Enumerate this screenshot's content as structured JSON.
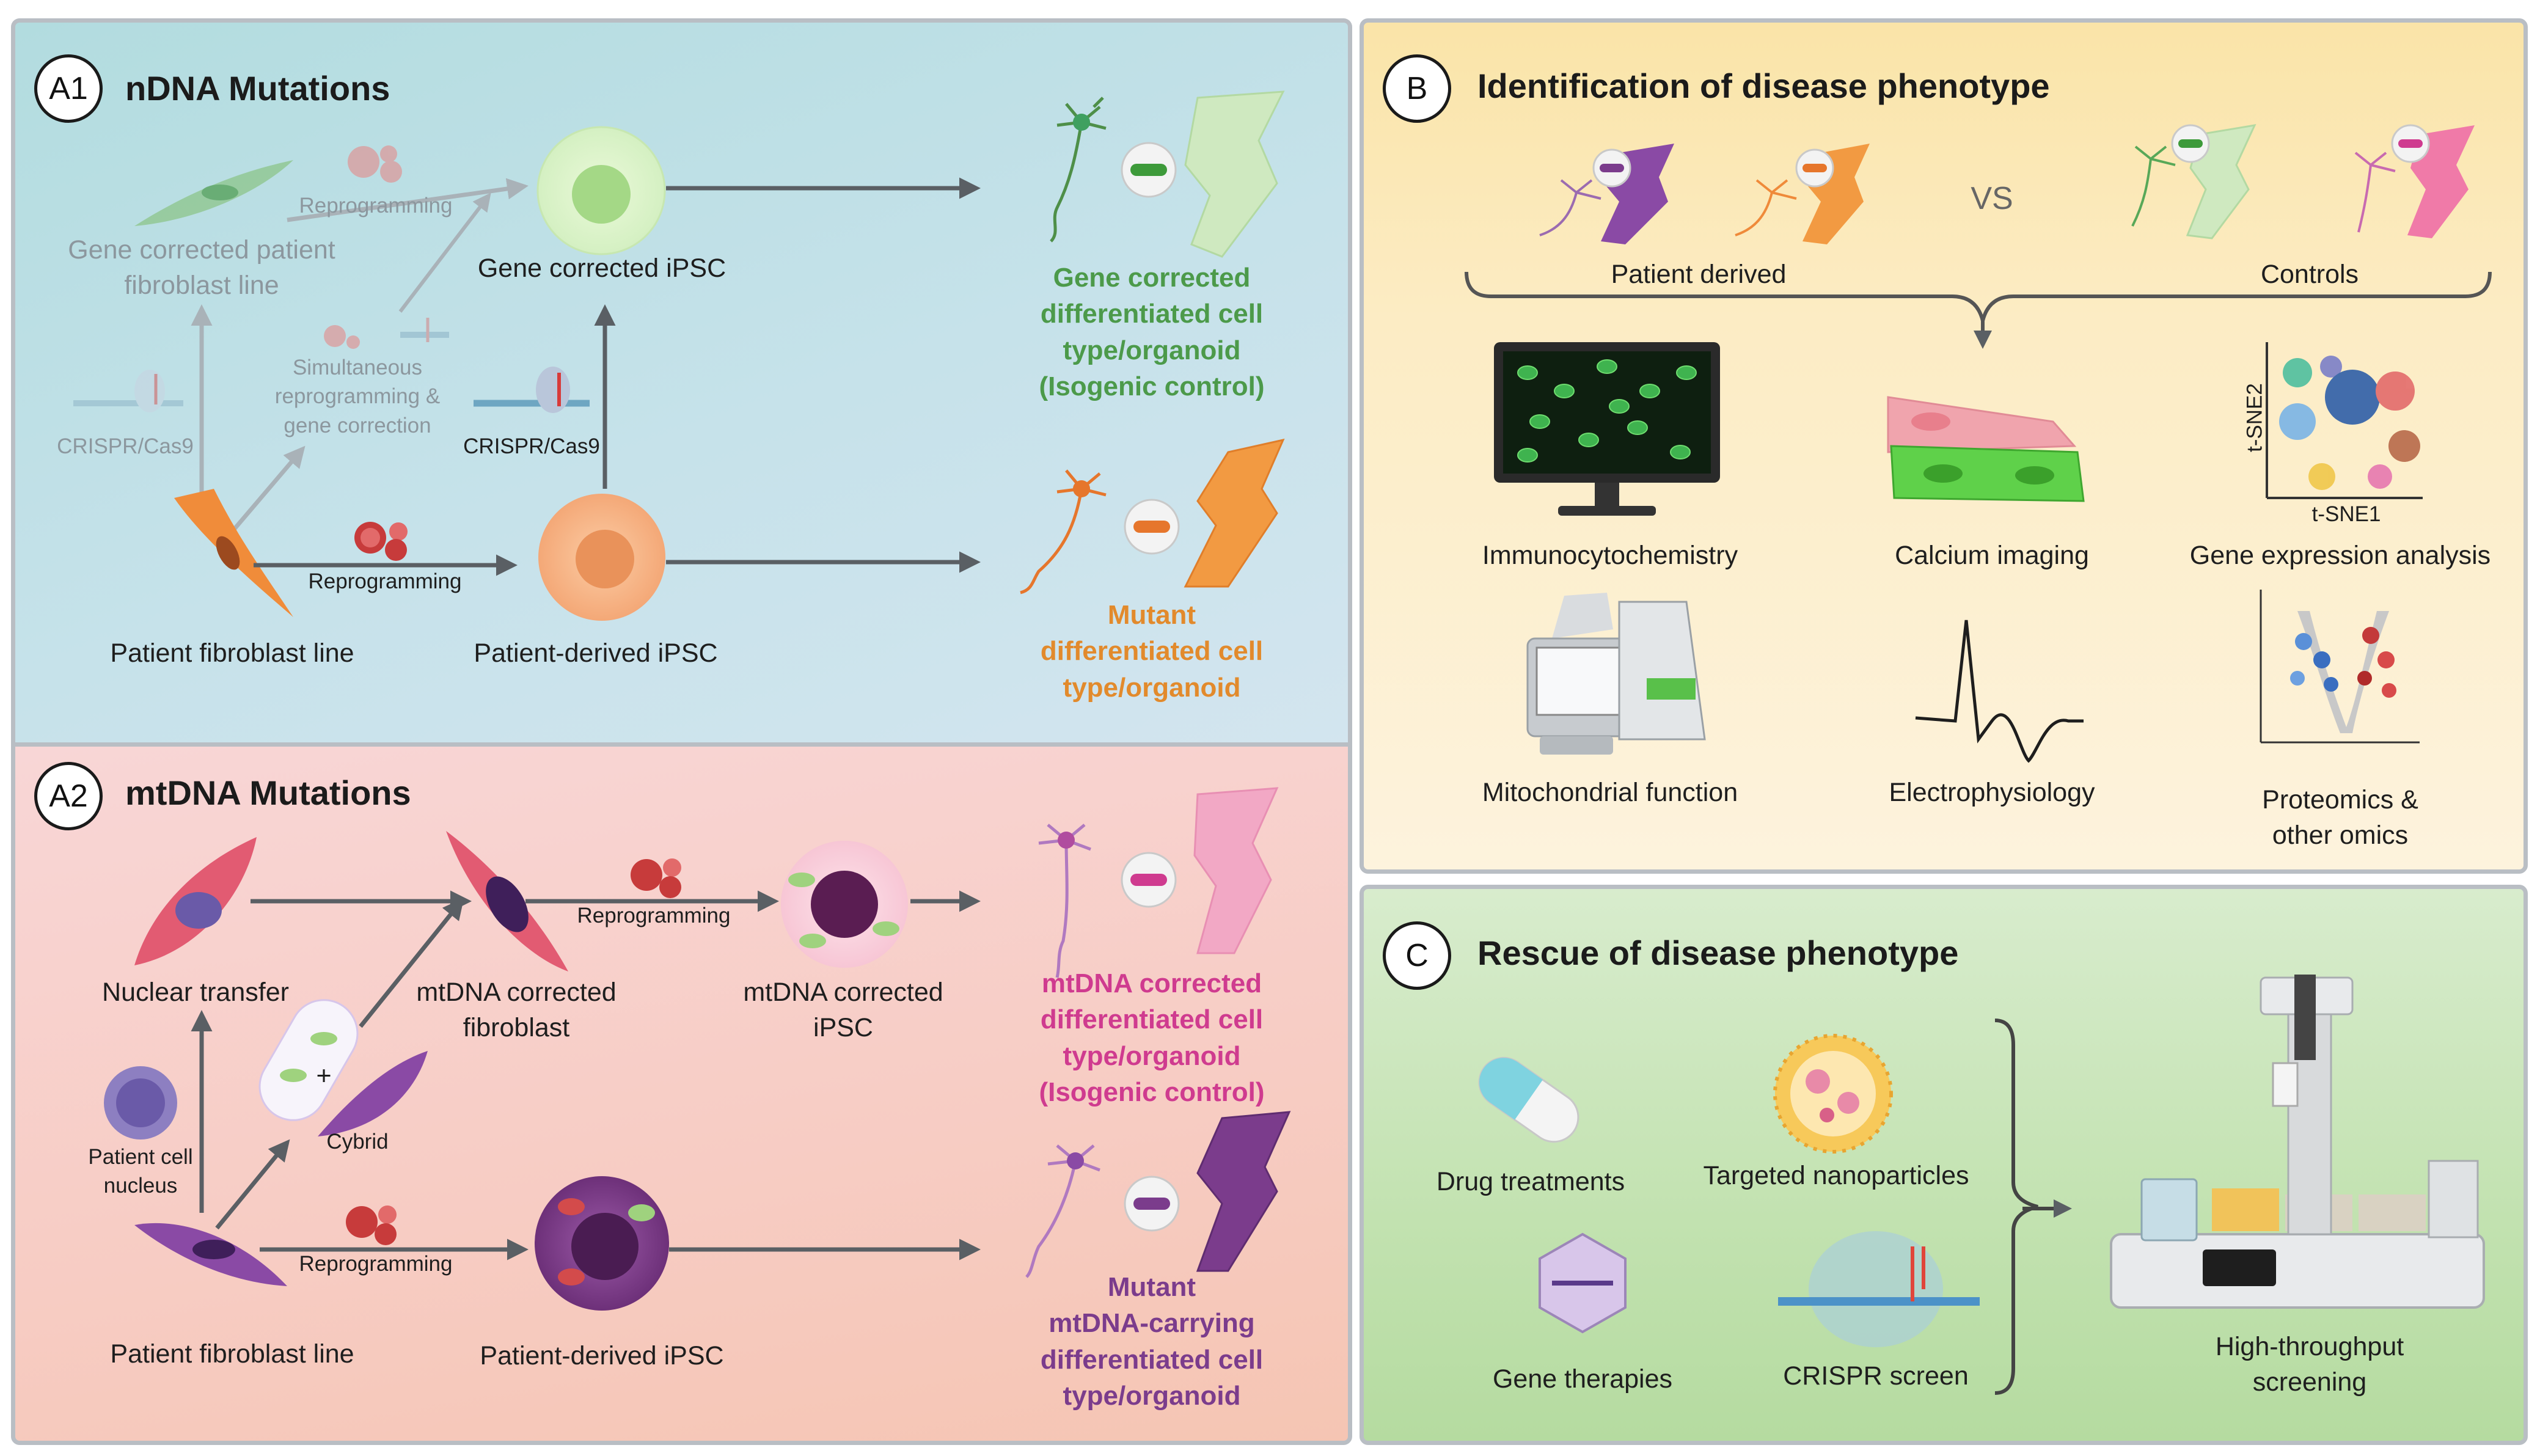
{
  "panelA1": {
    "badge": "A1",
    "title": "nDNA Mutations",
    "gene_corrected_fibroblast": "Gene corrected patient\nfibroblast line",
    "reprogramming_top": "Reprogramming",
    "gene_corrected_ipsc": "Gene corrected iPSC",
    "simultaneous": "Simultaneous\nreprogramming &\ngene correction",
    "crispr_left": "CRISPR/Cas9",
    "crispr_mid": "CRISPR/Cas9",
    "gene_corrected_outcome": "Gene corrected\ndifferentiated cell\ntype/organoid\n(Isogenic control)",
    "reprogramming_bottom": "Reprogramming",
    "patient_fibroblast": "Patient fibroblast line",
    "patient_ipsc": "Patient-derived iPSC",
    "mutant_outcome": "Mutant\ndifferentiated cell\ntype/organoid"
  },
  "panelA2": {
    "badge": "A2",
    "title": "mtDNA Mutations",
    "nuclear_transfer": "Nuclear transfer",
    "mtdna_fibroblast": "mtDNA corrected\nfibroblast",
    "reprogramming_top": "Reprogramming",
    "mtdna_ipsc": "mtDNA corrected\niPSC",
    "mtdna_outcome": "mtDNA corrected\ndifferentiated cell\ntype/organoid\n(Isogenic control)",
    "patient_nucleus": "Patient cell\nnucleus",
    "cybrid": "Cybrid",
    "plus": "+",
    "reprogramming_bottom": "Reprogramming",
    "patient_fibroblast": "Patient fibroblast line",
    "patient_ipsc": "Patient-derived iPSC",
    "mutant_outcome": "Mutant\nmtDNA-carrying\ndifferentiated cell\ntype/organoid"
  },
  "panelB": {
    "badge": "B",
    "title": "Identification of disease phenotype",
    "patient_derived": "Patient derived",
    "vs": "VS",
    "controls": "Controls",
    "assays": {
      "immuno": "Immunocytochemistry",
      "calcium": "Calcium imaging",
      "gene_expr": "Gene expression analysis",
      "mito": "Mitochondrial function",
      "electro": "Electrophysiology",
      "proteomics": "Proteomics &\nother omics"
    },
    "tsne_x": "t-SNE1",
    "tsne_y": "t-SNE2"
  },
  "panelC": {
    "badge": "C",
    "title": "Rescue of disease phenotype",
    "drug": "Drug treatments",
    "nano": "Targeted nanoparticles",
    "gene_ther": "Gene therapies",
    "crispr_screen": "CRISPR screen",
    "hts": "High-throughput\nscreening"
  },
  "colors": {
    "teal_bg": "#b2dcdf",
    "pink_bg": "#f7ccc3",
    "yellow_bg": "#fae4a8",
    "green_bg": "#c2e2b0",
    "gene_corrected": "#4c9a4a",
    "mutant_orange": "#e28a2c",
    "mtdna_magenta": "#cf3b8f",
    "mutant_purple": "#7b3c8c"
  }
}
